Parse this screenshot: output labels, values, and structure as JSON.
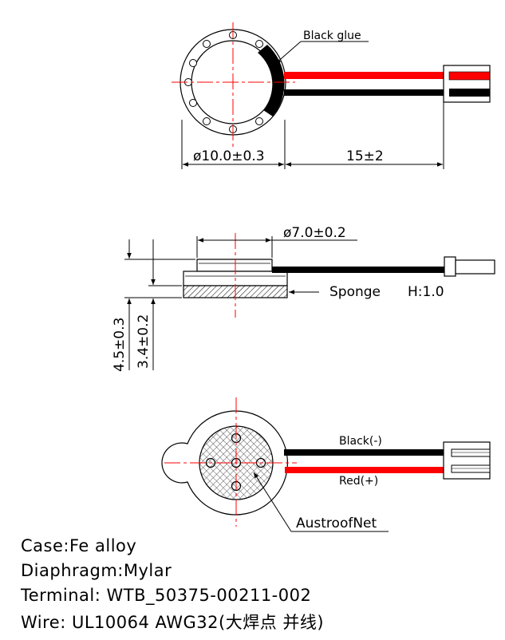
{
  "top_view": {
    "glue_label": "Black glue",
    "diameter_dim": "ø10.0±0.3",
    "wire_length_dim": "15±2"
  },
  "side_view": {
    "inner_diameter_dim": "ø7.0±0.2",
    "sponge_label": "Sponge",
    "sponge_height": "H:1.0",
    "total_height_dim": "4.5±0.3",
    "body_height_dim": "3.4±0.2"
  },
  "back_view": {
    "black_wire_label": "Black(-)",
    "red_wire_label": "Red(+)",
    "net_label": "AustroofNet"
  },
  "specs": {
    "case": "Case:Fe alloy",
    "diaphragm": "Diaphragm:Mylar",
    "terminal": "Terminal: WTB_50375-00211-002",
    "wire": "Wire: UL10064  AWG32(大焊点 并线)"
  },
  "colors": {
    "wire_red": "#ff0000",
    "wire_black": "#000000",
    "center_line": "#ff0000"
  }
}
